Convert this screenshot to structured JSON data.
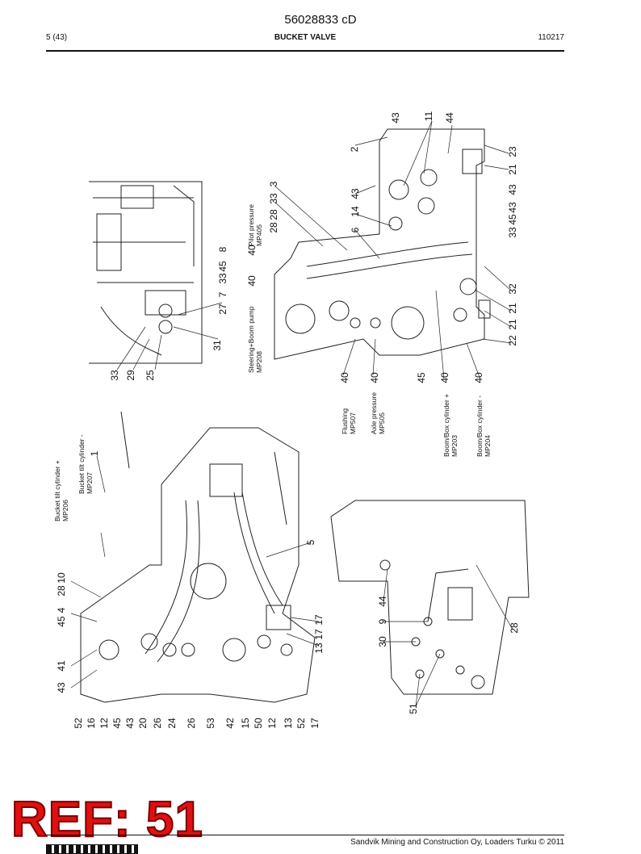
{
  "header": {
    "doc_number": "56028833 cD",
    "page": "5 (43)",
    "title": "BUCKET VALVE",
    "date_code": "110217"
  },
  "callouts": {
    "top_left_view": [
      "8",
      "45",
      "33",
      "7",
      "27",
      "31",
      "25",
      "29",
      "33"
    ],
    "top_right_view": [
      "43",
      "11",
      "44",
      "2",
      "23",
      "21",
      "43",
      "43",
      "45",
      "33",
      "14",
      "6",
      "3",
      "33",
      "28",
      "28",
      "40",
      "40",
      "32",
      "21",
      "21",
      "22",
      "40",
      "40",
      "45",
      "40",
      "40",
      "43"
    ],
    "bottom_left_view": [
      "1",
      "5",
      "28",
      "10",
      "4",
      "45",
      "41",
      "43",
      "17",
      "17",
      "13",
      "52",
      "16",
      "12",
      "45",
      "43",
      "20",
      "26",
      "24",
      "26",
      "53",
      "42",
      "15",
      "50",
      "12",
      "13",
      "52",
      "17"
    ],
    "bottom_right_view": [
      "44",
      "9",
      "30",
      "51",
      "28"
    ]
  },
  "captions": {
    "pilot_pressure": "Pilot pressure\nMP405",
    "steering_boom_pump": "Steering+Boom pump\nMP208",
    "flushing": "Flushing\nMP507",
    "axle_pressure": "Axle pressure\nMP505",
    "boom_box_plus": "Boom/Box cylinder +\nMP203",
    "boom_box_minus": "Boom/Box cylinder -\nMP204",
    "bucket_tilt_plus": "Bucket tilt cylinder +\nMP206",
    "bucket_tilt_minus": "Bucket tilt cylinder -\nMP207"
  },
  "stamp": "REF: 51",
  "footer": {
    "copyright": "Sandvik Mining and Construction Oy, Loaders Turku © 2011"
  }
}
